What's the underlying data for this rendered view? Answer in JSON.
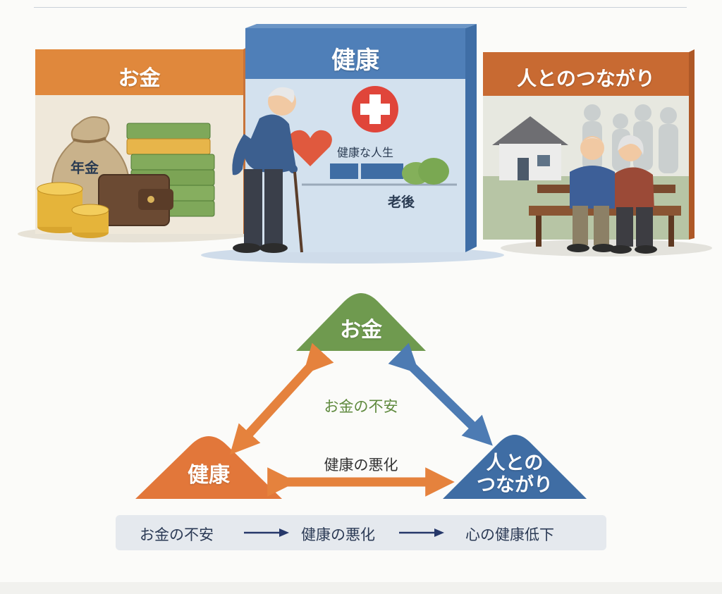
{
  "illustration": {
    "panel_money": {
      "title": "お金",
      "pension_label": "年金"
    },
    "panel_health": {
      "title": "健康",
      "healthy_life_label": "健康な人生",
      "old_age_label": "老後"
    },
    "panel_connections": {
      "title": "人とのつながり"
    }
  },
  "diagram": {
    "top_node": "お金",
    "left_node": "健康",
    "right_node_line1": "人との",
    "right_node_line2": "つながり",
    "center_label": "お金の不安",
    "bottom_label": "健康の悪化"
  },
  "chain": {
    "step1": "お金の不安",
    "step2": "健康の悪化",
    "step3": "心の健康低下"
  },
  "colors": {
    "money_panel": "#e0883c",
    "health_panel": "#4f7fb8",
    "connections_panel": "#c86a32",
    "money_node": "#6f9a4f",
    "health_node": "#e2773a",
    "connections_node": "#3f6da4",
    "orange_arrow": "#e5823d",
    "blue_arrow": "#4d7bb3",
    "chain_arrow": "#26386a"
  }
}
